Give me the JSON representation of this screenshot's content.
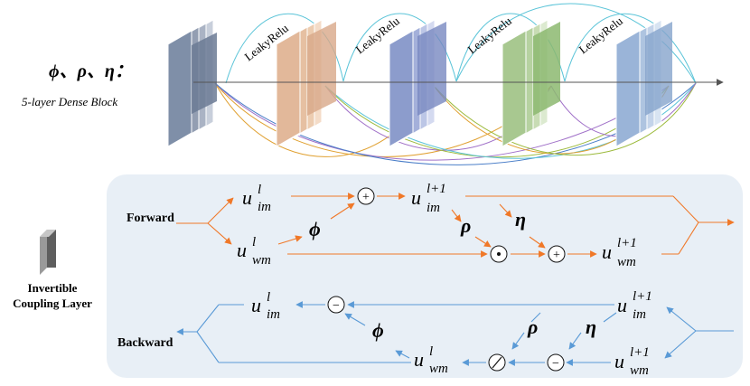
{
  "dense_block": {
    "functions_label": "ϕ、ρ、η：",
    "caption": "5-layer Dense Block",
    "activation_labels": [
      "LeakyRelu",
      "LeakyRelu",
      "LeakyRelu",
      "LeakyRelu"
    ],
    "colors": {
      "block1": "#7f8fa8",
      "block2": "#e2b89a",
      "block3": "#8c9ccc",
      "block4": "#a8c890",
      "block5": "#9ab4d8",
      "arc_teal": "#5bc4d8",
      "arc_gold": "#e0a030",
      "arc_purple": "#a070c8",
      "arc_green": "#9cba3c",
      "arc_blue": "#4a7ec8",
      "axis": "#555555"
    }
  },
  "coupling": {
    "side_label_line1": "Invertible",
    "side_label_line2": "Coupling Layer",
    "panel_color": "#e8eff6",
    "forward_label": "Forward",
    "backward_label": "Backward",
    "forward_color": "#f07828",
    "backward_color": "#5a9ad6",
    "ops": {
      "plus": "+",
      "dot": "⊙",
      "minus": "−",
      "divide": "/"
    },
    "vars": {
      "u": "u",
      "sup_l": "l",
      "sup_l1": "l+1",
      "sub_im": "im",
      "sub_wm": "wm",
      "phi": "ϕ",
      "rho": "ρ",
      "eta": "η"
    }
  }
}
